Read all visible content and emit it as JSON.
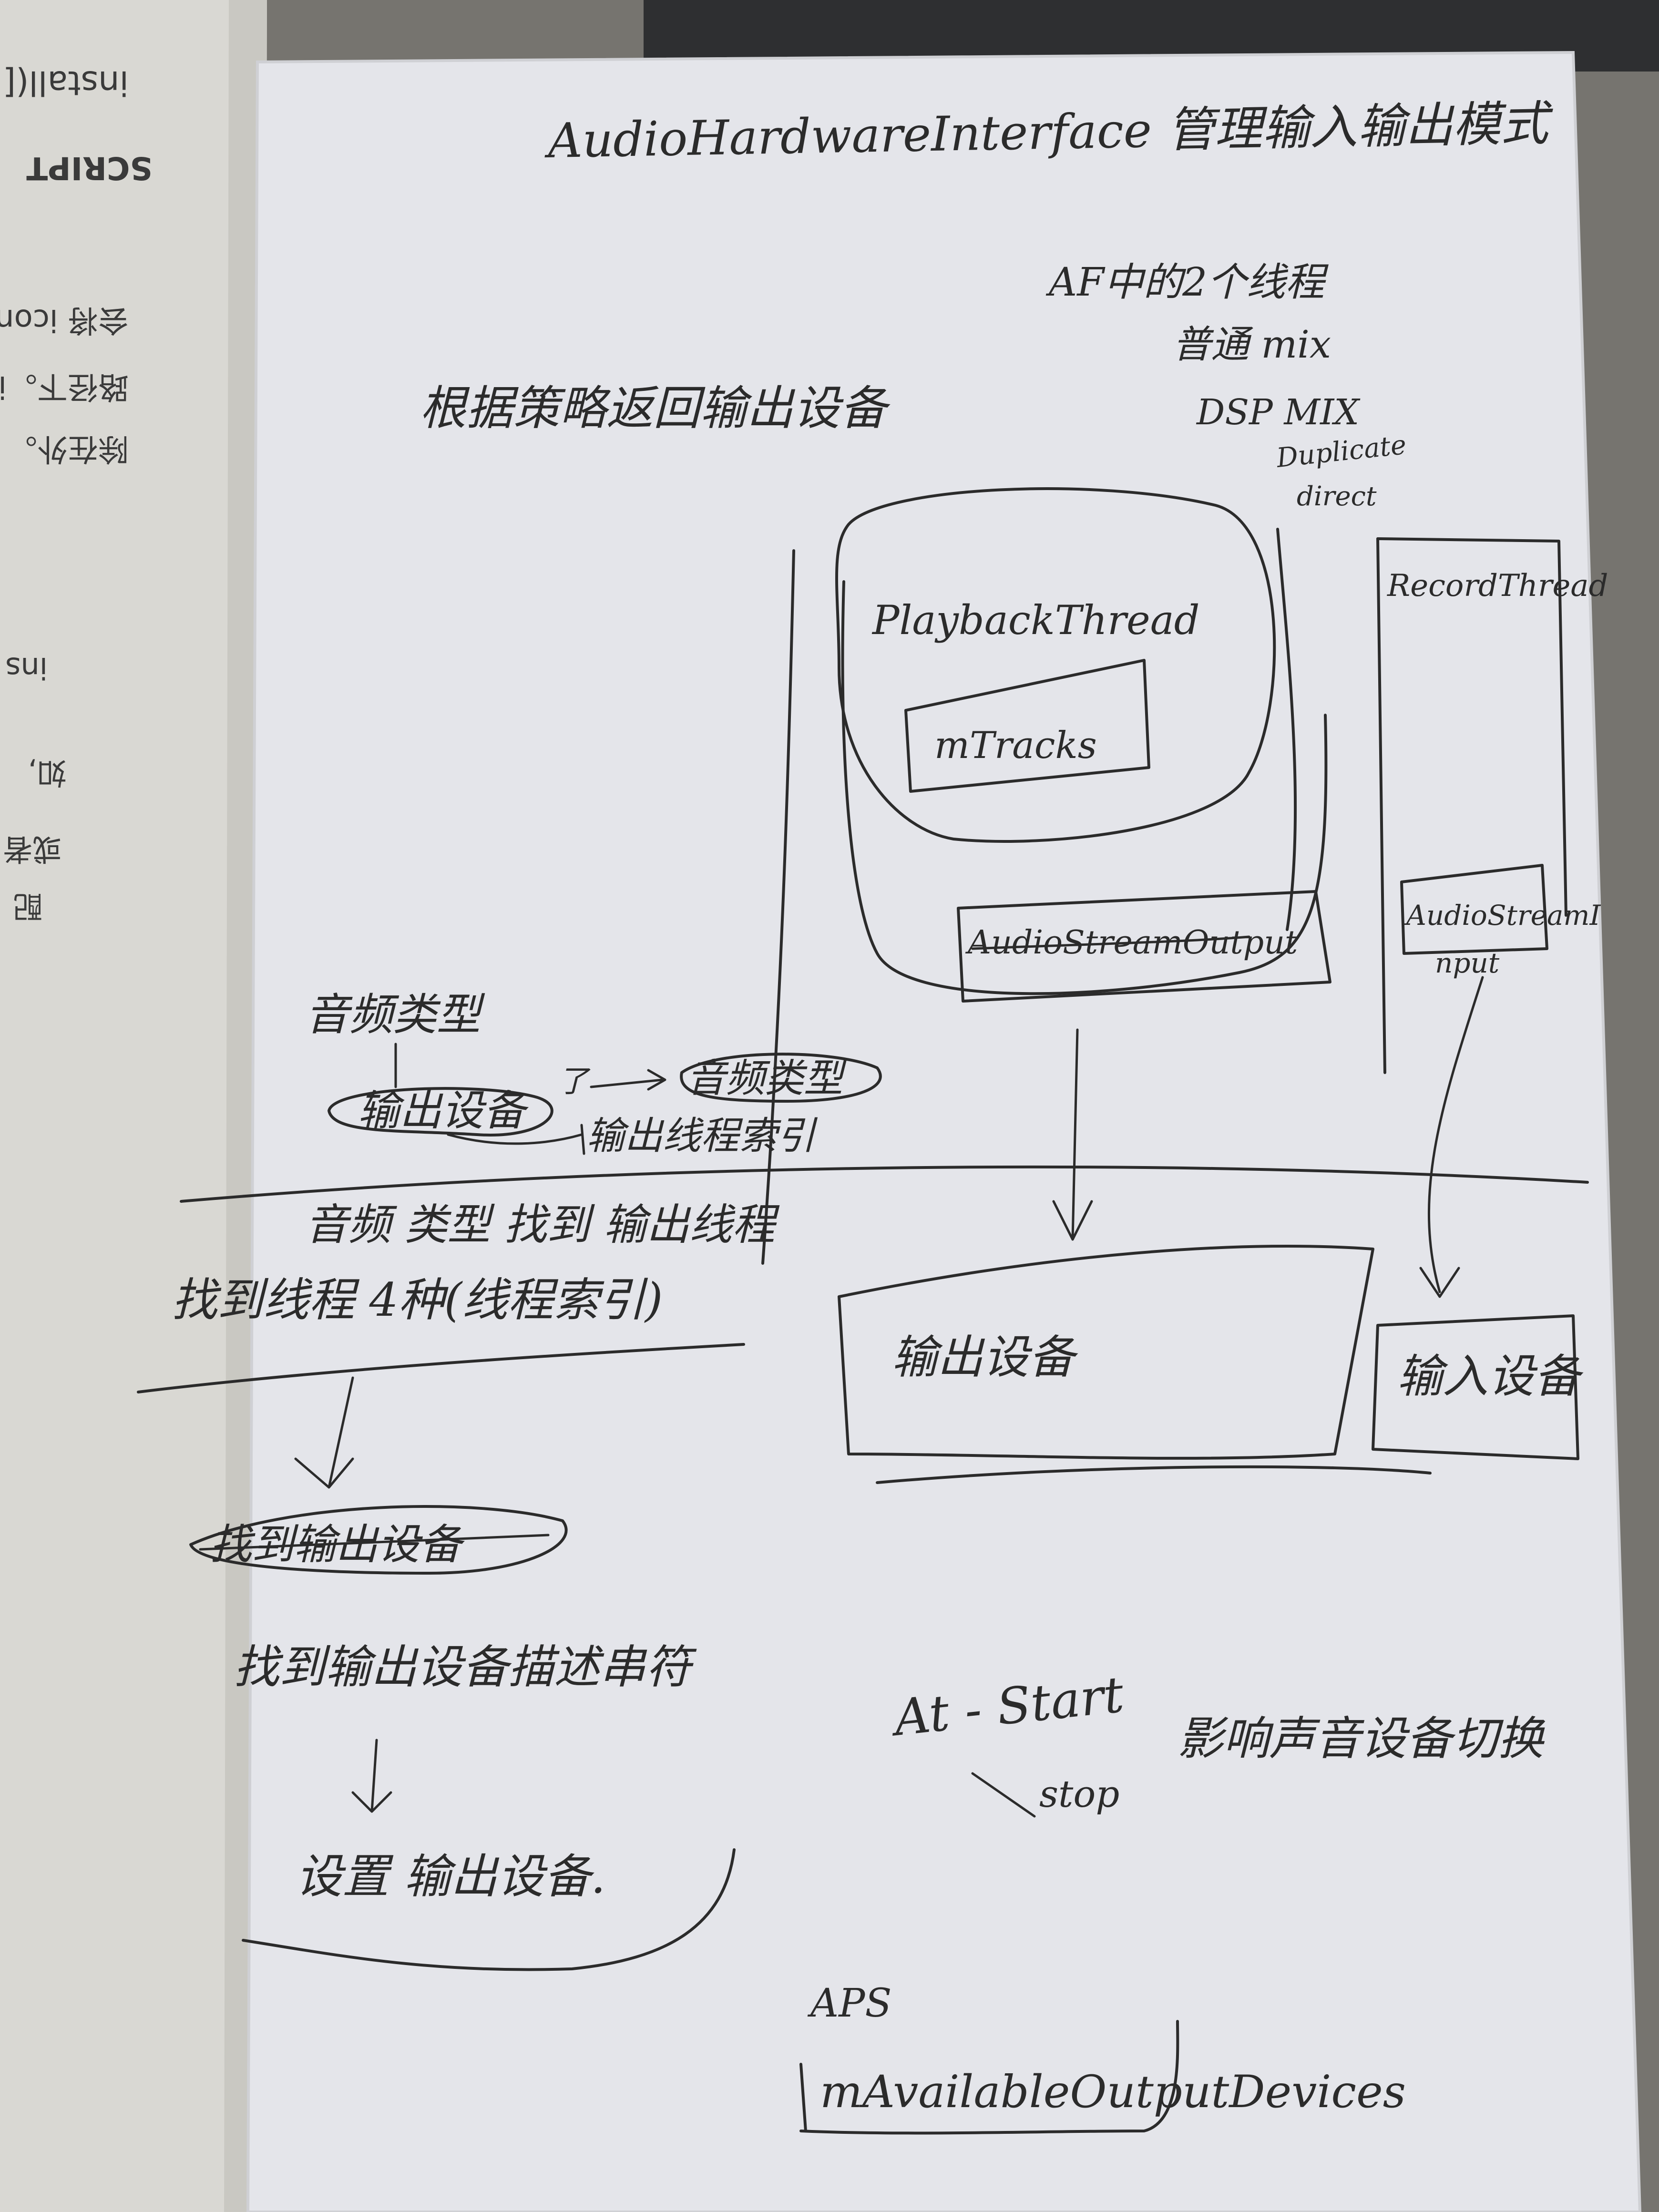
{
  "notes": {
    "title": "AudioHardwareInterface 管理输入输出模式",
    "af_threads": "AF中的2个线程",
    "mixer_mix": "普通 mix",
    "dsp_mix": "DSP MIX",
    "duplicate": "Duplicate",
    "direct": "direct",
    "choose_output": "根据策略返回输出设备",
    "playback_thread": "PlaybackThread",
    "mtracks": "mTracks",
    "audio_stream_output": "AudioStreamOutput",
    "record_thread": "RecordThread",
    "audio_stream_input_1": "AudioStreamI",
    "audio_stream_input_2": "nput",
    "audio_type": "音频类型",
    "output_device": "输出设备",
    "arrow_mark": "了",
    "audio_type_2": "音频类型",
    "output_thread_index": "输出线程索引",
    "find_by_type": "音频 类型 找到 输出线程",
    "find_thread": "找到线程 4种(线程索引)",
    "output_device_box": "输出设备",
    "input_device_box": "输入设备",
    "find_output_device_struck": "找到输出设备",
    "find_output_descriptor": "找到输出设备描述串符",
    "set_output_device": "设置 输出设备.",
    "at_start": "At - Start",
    "stop": "stop",
    "affects_switch": "影响声音设备切换",
    "aps": "APS",
    "available_output_devices": "mAvailableOutputDevices"
  },
  "left_page_fragments": {
    "line1": "install([ls",
    "line2": "SCRIPT",
    "line3": "会将 icons",
    "line4": "路径下。ic",
    "line5": "除在外。",
    "line6": "ins",
    "line7": "如,",
    "line8": "或者",
    "line9": "配"
  }
}
